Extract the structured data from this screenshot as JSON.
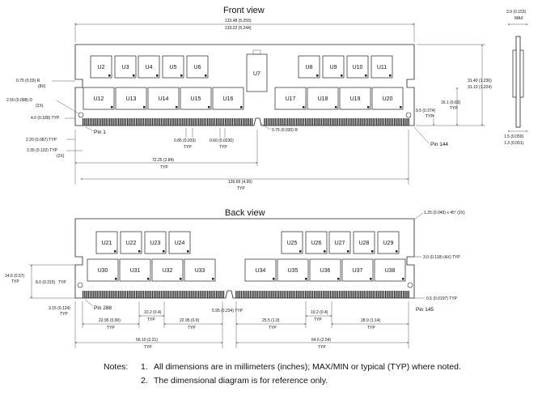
{
  "front": {
    "title": "Front view",
    "top_chips": [
      "U2",
      "U3",
      "U4",
      "U5",
      "U6",
      "U8",
      "U9",
      "U10",
      "U11"
    ],
    "bottom_chips": [
      "U12",
      "U13",
      "U14",
      "U15",
      "U16",
      "U17",
      "U18",
      "U19",
      "U20"
    ],
    "center_chip": "U7",
    "pin_left": "Pin 1",
    "pin_right": "Pin 144",
    "dims": {
      "total_max": "133.48 (5.255)",
      "total_min": "133.22 (5.244)",
      "height_max": "31.40 (1.236)",
      "height_min": "31.10 (1.224)",
      "side_max_1": "3.9 (0.153)",
      "side_max_2": "MAX",
      "corner_r": "0.75 (0.03) R",
      "corner_r_qty": "(8X)",
      "hole_d": "2.50 (0.098) D",
      "hole_d_qty": "(2X)",
      "notch_h": "4.0 (0.189) TYP",
      "edge_h": "2.20 (0.087) TYP",
      "tab_w": "3.35 (0.132) TYP",
      "tab_w_qty": "(2X)",
      "pitch": "0.85 (0.033)",
      "pitch_typ": "TYP",
      "pad_w": "0.60 (0.0236)",
      "pad_typ": "TYP",
      "key_r": "0.75 (0.030) R",
      "hole_h": "16.1 (0.63)",
      "hole_h_typ": "TYP",
      "hole_off": "9.5 (0.374)",
      "hole_off_typ": "TYP",
      "key_pos": "72.25 (2.84)",
      "key_pos_typ": "TYP",
      "contact_span": "126.65 (4.99)",
      "contact_span_typ": "TYP",
      "thick_1": "1.5 (0.059)",
      "thick_2": "1.3 (0.051)"
    }
  },
  "back": {
    "title": "Back view",
    "top_chips": [
      "U21",
      "U22",
      "U23",
      "U24",
      "U25",
      "U26",
      "U27",
      "U28",
      "U29"
    ],
    "bottom_chips": [
      "U30",
      "U31",
      "U32",
      "U33",
      "U34",
      "U35",
      "U36",
      "U37",
      "U38"
    ],
    "pin_left": "Pin 288",
    "pin_right": "Pin 145",
    "dims": {
      "chamfer": "1.25 (0.049) x 45° (2X)",
      "slot_w": "3.0 (0.118) (4X) TYP",
      "left_h": "14.6 (0.57)",
      "left_h_typ": "TYP",
      "left_h2": "8.0 (0.315)",
      "left_h2_typ": "TYP",
      "pad_h": "0.5 (0.0197) TYP",
      "edge_w": "3.15 (0.124)",
      "edge_w_typ": "TYP",
      "seg1": "22.95 (0.90)",
      "seg1_typ": "TYP",
      "seg2": "10.2 (0.4)",
      "seg2_typ": "TYP",
      "seg3": "22.95 (0.9)",
      "seg3_typ": "TYP",
      "key_w": "5.95 (0.234) TYP",
      "seg4": "25.5 (1.0)",
      "seg4_typ": "TYP",
      "seg5": "10.2 (0.4)",
      "seg5_typ": "TYP",
      "seg6": "28.9 (1.14)",
      "seg6_typ": "TYP",
      "span_left": "56.10 (2.21)",
      "span_left_typ": "TYP",
      "span_right": "64.6 (2.54)",
      "span_right_typ": "TYP"
    }
  },
  "notes": {
    "label": "Notes:",
    "items": [
      {
        "num": "1.",
        "text": "All dimensions are in millimeters (inches); MAX/MIN or typical (TYP) where noted."
      },
      {
        "num": "2.",
        "text": "The dimensional diagram is for reference only."
      }
    ]
  }
}
